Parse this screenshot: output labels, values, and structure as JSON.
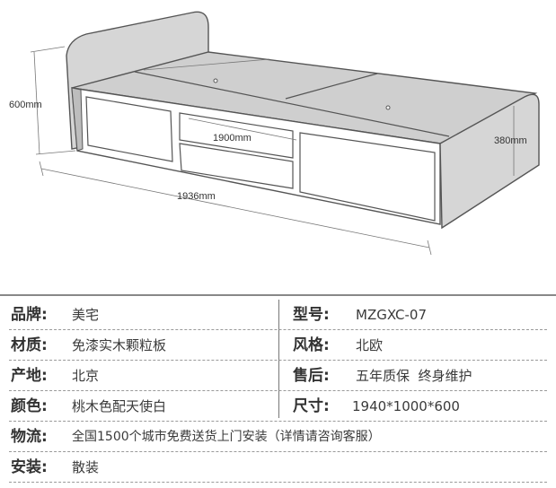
{
  "diagram": {
    "dimensions": {
      "height": "600mm",
      "inner_length": "1900mm",
      "total_length": "1936mm",
      "footboard_height": "380mm"
    }
  },
  "specs": {
    "brand": {
      "label": "品牌:",
      "value": "美宅"
    },
    "model": {
      "label": "型号:",
      "value": "MZGXC-07"
    },
    "material": {
      "label": "材质:",
      "value": "免漆实木颗粒板"
    },
    "style": {
      "label": "风格:",
      "value": "北欧"
    },
    "origin": {
      "label": "产地:",
      "value": "北京"
    },
    "after_sales": {
      "label": "售后:",
      "value": "五年质保  终身维护"
    },
    "color": {
      "label": "颜色:",
      "value": "桃木色配天使白"
    },
    "size": {
      "label": "尺寸:",
      "value": "1940*1000*600"
    },
    "logistics": {
      "label": "物流:",
      "value": "全国1500个城市免费送货上门安装（详情请咨询客服）"
    },
    "install": {
      "label": "安装:",
      "value": "散装"
    }
  }
}
